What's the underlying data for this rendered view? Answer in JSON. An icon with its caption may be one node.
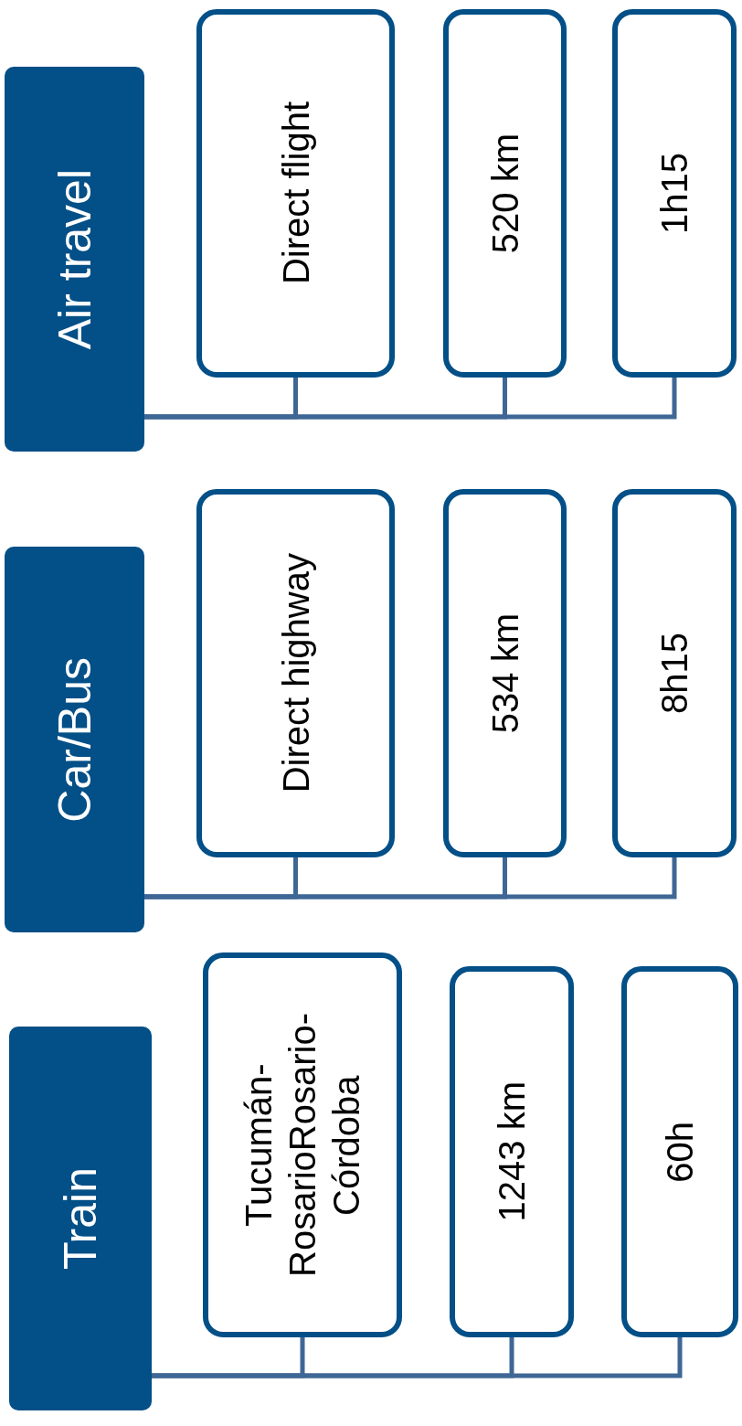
{
  "diagram": {
    "nodes": [
      {
        "text": [
          "Air travel"
        ]
      },
      {
        "text": [
          "Direct flight"
        ]
      },
      {
        "text": [
          "520 km"
        ]
      },
      {
        "text": [
          "1h15"
        ]
      },
      {
        "text": [
          "Car/Bus"
        ]
      },
      {
        "text": [
          "Direct highway"
        ]
      },
      {
        "text": [
          "534 km"
        ]
      },
      {
        "text": [
          "8h15"
        ]
      },
      {
        "text": [
          "Train"
        ]
      },
      {
        "text": [
          "Tucumán-RosarioRosario-Córdoba"
        ]
      },
      {
        "text": [
          "1243 km"
        ]
      },
      {
        "text": [
          "60h"
        ]
      }
    ],
    "edges": [
      {
        "from": 0,
        "to": 1,
        "arrow": "none"
      },
      {
        "from": 0,
        "to": 2,
        "arrow": "none"
      },
      {
        "from": 0,
        "to": 3,
        "arrow": "none"
      },
      {
        "from": 4,
        "to": 5,
        "arrow": "none"
      },
      {
        "from": 4,
        "to": 6,
        "arrow": "none"
      },
      {
        "from": 4,
        "to": 7,
        "arrow": "none"
      },
      {
        "from": 8,
        "to": 9,
        "arrow": "none"
      },
      {
        "from": 8,
        "to": 10,
        "arrow": "none"
      },
      {
        "from": 8,
        "to": 11,
        "arrow": "none"
      }
    ]
  }
}
